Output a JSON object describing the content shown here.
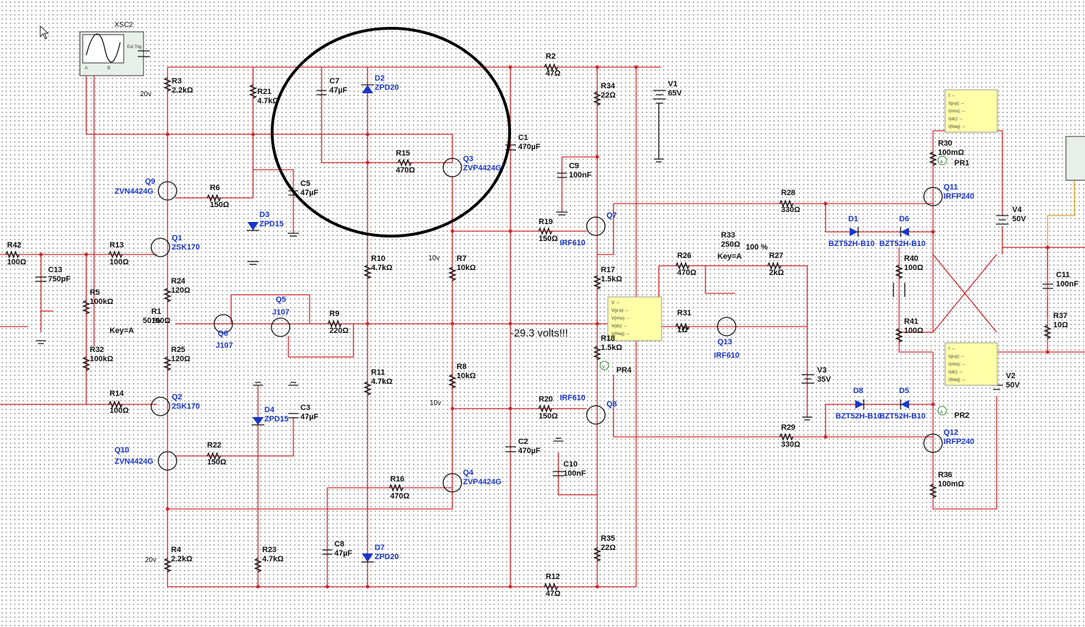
{
  "instruments": {
    "scope": {
      "ref": "XSC2",
      "ext_trig": "Ext Trig",
      "ch_a": "A",
      "ch_b": "B"
    },
    "probe_fields": [
      "I: --",
      "I(p-p): --",
      "I(rms): --",
      "I(dc): --",
      "I(freq): --"
    ],
    "vprobe_fields": [
      "V: --",
      "V(p-p): --",
      "V(rms): --",
      "V(dc): --",
      "V(freq): --"
    ],
    "pr1": "PR1",
    "pr2": "PR2",
    "pr4": "PR4",
    "probe_a": "A",
    "probe_v": "V"
  },
  "annotations": {
    "note": "-29.3 volts!!!",
    "v20_top": "20v",
    "v20_bot": "20v",
    "v10_a": "10v",
    "v10_b": "10v"
  },
  "parts": [
    {
      "ref": "R3",
      "val": "2.2kΩ"
    },
    {
      "ref": "R21",
      "val": "4.7kΩ"
    },
    {
      "ref": "C7",
      "val": "47µF"
    },
    {
      "ref": "D2",
      "val": "ZPD20"
    },
    {
      "ref": "R2",
      "val": "47Ω"
    },
    {
      "ref": "V1",
      "val": "65V"
    },
    {
      "ref": "R34",
      "val": "22Ω"
    },
    {
      "ref": "C1",
      "val": "470µF"
    },
    {
      "ref": "R15",
      "val": "470Ω"
    },
    {
      "ref": "Q3",
      "val": "ZVP4424G"
    },
    {
      "ref": "C5",
      "val": "47µF"
    },
    {
      "ref": "Q9",
      "val": "ZVN4424G"
    },
    {
      "ref": "R6",
      "val": "150Ω"
    },
    {
      "ref": "D3",
      "val": "ZPD15"
    },
    {
      "ref": "C9",
      "val": "100nF"
    },
    {
      "ref": "R19",
      "val": "150Ω"
    },
    {
      "ref": "Q7",
      "val": "IRF610"
    },
    {
      "ref": "R42",
      "val": "100Ω"
    },
    {
      "ref": "R13",
      "val": "100Ω"
    },
    {
      "ref": "Q1",
      "val": "2SK170"
    },
    {
      "ref": "C13",
      "val": "750pF"
    },
    {
      "ref": "R10",
      "val": "4.7kΩ"
    },
    {
      "ref": "R7",
      "val": "10kΩ"
    },
    {
      "ref": "R17",
      "val": "1.5kΩ"
    },
    {
      "ref": "R24",
      "val": "120Ω"
    },
    {
      "ref": "R5",
      "val": "100kΩ"
    },
    {
      "ref": "R1",
      "val": "100Ω"
    },
    {
      "ref": "Q5",
      "val": "J107"
    },
    {
      "ref": "R9",
      "val": "220Ω"
    },
    {
      "ref": "Q6",
      "val": "J107"
    },
    {
      "ref": "R25",
      "val": "120Ω"
    },
    {
      "ref": "R32",
      "val": "100kΩ"
    },
    {
      "ref": "R11",
      "val": "4.7kΩ"
    },
    {
      "ref": "R8",
      "val": "10kΩ"
    },
    {
      "ref": "R18",
      "val": "1.5kΩ"
    },
    {
      "ref": "R14",
      "val": "100Ω"
    },
    {
      "ref": "Q2",
      "val": "2SK170"
    },
    {
      "ref": "D4",
      "val": "ZPD15"
    },
    {
      "ref": "C3",
      "val": "47µF"
    },
    {
      "ref": "R20",
      "val": "150Ω"
    },
    {
      "ref": "Q8",
      "val": "IRF610"
    },
    {
      "ref": "Q10",
      "val": "ZVN4424G"
    },
    {
      "ref": "R22",
      "val": "150Ω"
    },
    {
      "ref": "C2",
      "val": "470µF"
    },
    {
      "ref": "C10",
      "val": "100nF"
    },
    {
      "ref": "R16",
      "val": "470Ω"
    },
    {
      "ref": "Q4",
      "val": "ZVP4424G"
    },
    {
      "ref": "R4",
      "val": "2.2kΩ"
    },
    {
      "ref": "R23",
      "val": "4.7kΩ"
    },
    {
      "ref": "C8",
      "val": "47µF"
    },
    {
      "ref": "D7",
      "val": "ZPD20"
    },
    {
      "ref": "R35",
      "val": "22Ω"
    },
    {
      "ref": "R12",
      "val": "47Ω"
    },
    {
      "ref": "R28",
      "val": "330Ω"
    },
    {
      "ref": "R33",
      "val": "250Ω"
    },
    {
      "ref": "R26",
      "val": "470Ω"
    },
    {
      "ref": "R27",
      "val": "2kΩ"
    },
    {
      "ref": "R31",
      "val": "1Ω"
    },
    {
      "ref": "Q13",
      "val": "IRF610"
    },
    {
      "ref": "V3",
      "val": "35V"
    },
    {
      "ref": "R29",
      "val": "330Ω"
    },
    {
      "ref": "R30",
      "val": "100mΩ"
    },
    {
      "ref": "Q11",
      "val": "IRFP240"
    },
    {
      "ref": "D1",
      "val": "BZT52H-B10"
    },
    {
      "ref": "D6",
      "val": "BZT52H-B10"
    },
    {
      "ref": "V4",
      "val": "50V"
    },
    {
      "ref": "R40",
      "val": "100Ω"
    },
    {
      "ref": "R41",
      "val": "100Ω"
    },
    {
      "ref": "D8",
      "val": "BZT52H-B10"
    },
    {
      "ref": "D5",
      "val": "BZT52H-B10"
    },
    {
      "ref": "Q12",
      "val": "IRFP240"
    },
    {
      "ref": "V2",
      "val": "50V"
    },
    {
      "ref": "R36",
      "val": "100mΩ"
    },
    {
      "ref": "C11",
      "val": "100nF"
    },
    {
      "ref": "R37",
      "val": "10Ω"
    }
  ],
  "pot_r1": {
    "percent": "50 %",
    "key": "Key=A"
  },
  "pot_r33": {
    "percent": "100 %",
    "key": "Key=A"
  }
}
